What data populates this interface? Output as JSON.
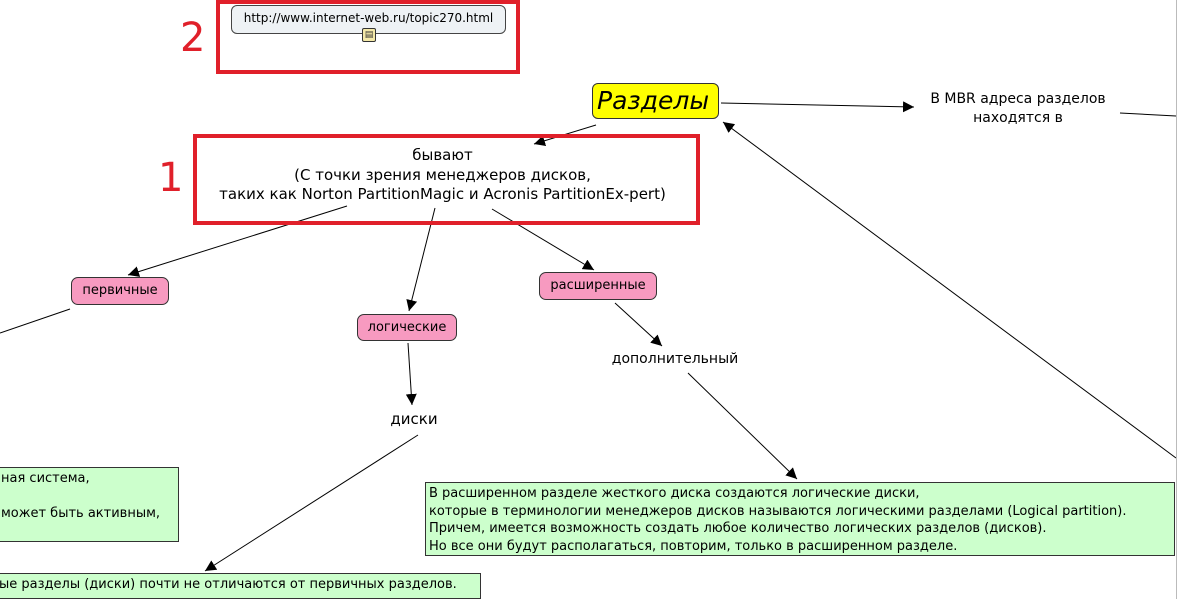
{
  "url_node": {
    "text": "http://www.internet-web.ru/topic270.html",
    "icon": "document-icon"
  },
  "annotations": {
    "label_1": "1",
    "label_2": "2",
    "highlight_color": "#e0202a"
  },
  "main_node": {
    "label": "Разделы",
    "color": "#ffff00"
  },
  "mbr_node": {
    "line1": "В MBR адреса разделов",
    "line2": "находятся в"
  },
  "byvayut_node": {
    "line1": "бывают",
    "line2": "(С точки зрения менеджеров дисков,",
    "line3": "таких как Norton PartitionMagic и Acronis PartitionEx-pert)"
  },
  "categories": {
    "primary": "первичные",
    "logical": "логические",
    "extended": "расширенные",
    "color": "#f79ac0"
  },
  "dopolnitelny": "дополнительный",
  "diski": "диски",
  "extended_note": {
    "lines": [
      "В расширенном разделе жесткого диска создаются логические диски,",
      "которые в терминологии менеджеров дисков называются логическими разделами (Logical partition).",
      "Причем, имеется возможность создать любое количество логических разделов (дисков).",
      "Но все они будут располагаться, повторим, только в расширенном разделе."
    ],
    "color": "#ccffcc"
  },
  "primary_note": {
    "line1": "ная система,",
    "line2": "может быть активным,"
  },
  "logical_note": {
    "text": "ые разделы (диски) почти не отличаются от первичных разделов."
  }
}
